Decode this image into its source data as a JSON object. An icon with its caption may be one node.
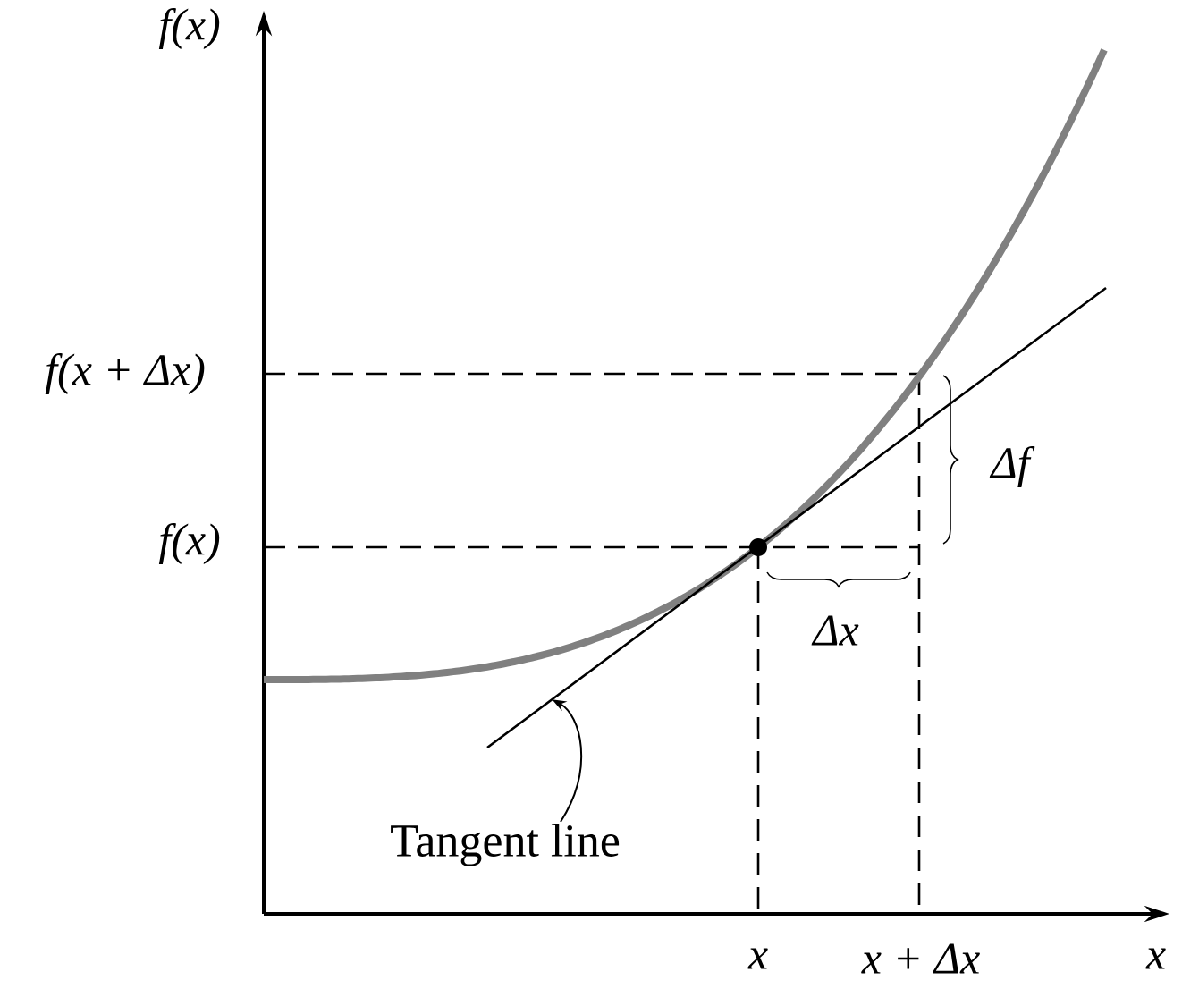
{
  "diagram": {
    "nodes": [
      {
        "text": [
          "Tangent line"
        ]
      },
      {
        "text": [],
        "shape": "line"
      }
    ],
    "edges": [
      {
        "from": 0,
        "to": 1,
        "arrow": "to"
      }
    ],
    "labels": [
      "f(x)",
      "f(x + Δx)",
      "f(x)",
      "Δf",
      "Δx",
      "x",
      "x + Δx",
      "x"
    ]
  }
}
